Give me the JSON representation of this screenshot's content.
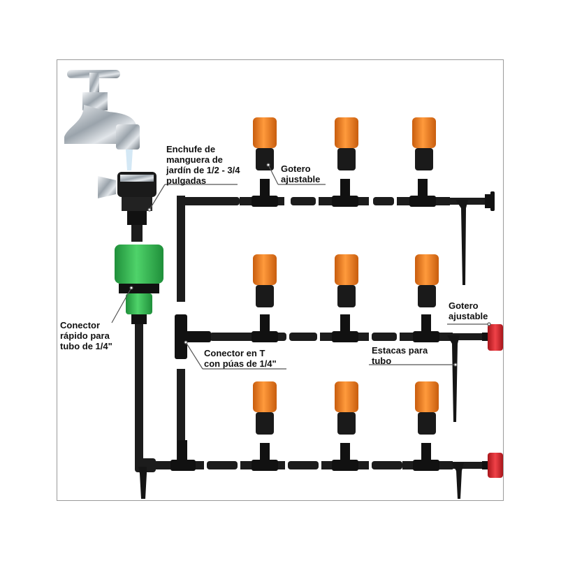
{
  "labels": {
    "hose_connector": [
      "Enchufe de",
      "manguera de",
      "jardín de 1/2 - 3/4",
      "pulgadas"
    ],
    "dripper_top": [
      "Gotero",
      "ajustable"
    ],
    "dripper_right": [
      "Gotero",
      "ajustable"
    ],
    "quick_connector": [
      "Conector",
      "rápido para",
      "tubo de 1/4\""
    ],
    "tee_connector": [
      "Conector en T",
      "con púas de 1/4\""
    ],
    "stakes": [
      "Estacas para",
      "tubo"
    ]
  },
  "colors": {
    "tube": "#1c1c1c",
    "dripper_orange": "#ef7a1a",
    "connector_green": "#2bb24c",
    "red_dripper": "#d8262c",
    "faucet_chrome": "#b8bfc6"
  }
}
